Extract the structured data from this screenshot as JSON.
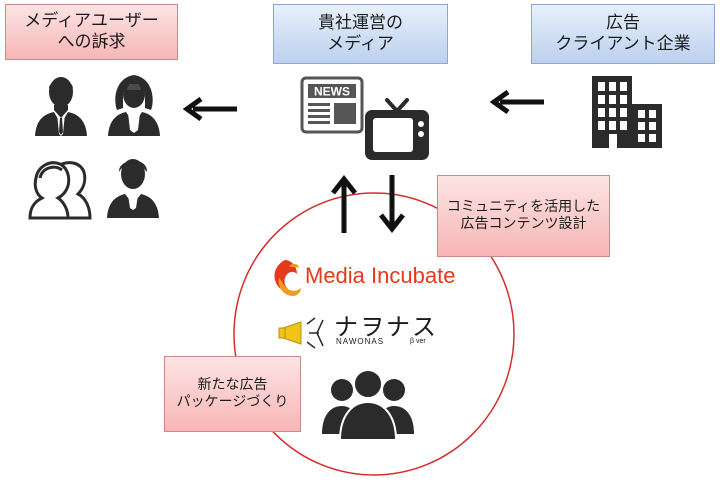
{
  "boxes": {
    "media_user": {
      "line1": "メディアユーザー",
      "line2": "への訴求"
    },
    "own_media": {
      "line1": "貴社運営の",
      "line2": "メディア"
    },
    "ad_client": {
      "line1": "広告",
      "line2": "クライアント企業"
    },
    "community": {
      "line1": "コミュニティを活用した",
      "line2": "広告コンテンツ設計"
    },
    "new_package": {
      "line1": "新たな広告",
      "line2": "パッケージづくり"
    }
  },
  "newspaper_label": "NEWS",
  "logos": {
    "media_incubate": "Media Incubate",
    "nawonas_kana": "ナヲナス",
    "nawonas_latin": "NAWONAS",
    "nawonas_version": "β ver"
  },
  "colors": {
    "pink_box": "#f7b6b6",
    "blue_box": "#bcd0ee",
    "circle": "#d62c2c",
    "icon": "#2b2b2b",
    "logo_red": "#e63a1f",
    "logo_orange": "#f29a1d",
    "megaphone": "#f0c418"
  },
  "icons": [
    "user-business-man-icon",
    "user-business-woman-icon",
    "user-silhouette-pair-icon",
    "user-student-icon",
    "newspaper-icon",
    "tv-icon",
    "office-building-icon",
    "group-silhouette-icon",
    "phoenix-logo-icon",
    "megaphone-icon",
    "arrow-left-icon",
    "arrow-up-icon",
    "arrow-down-icon"
  ]
}
